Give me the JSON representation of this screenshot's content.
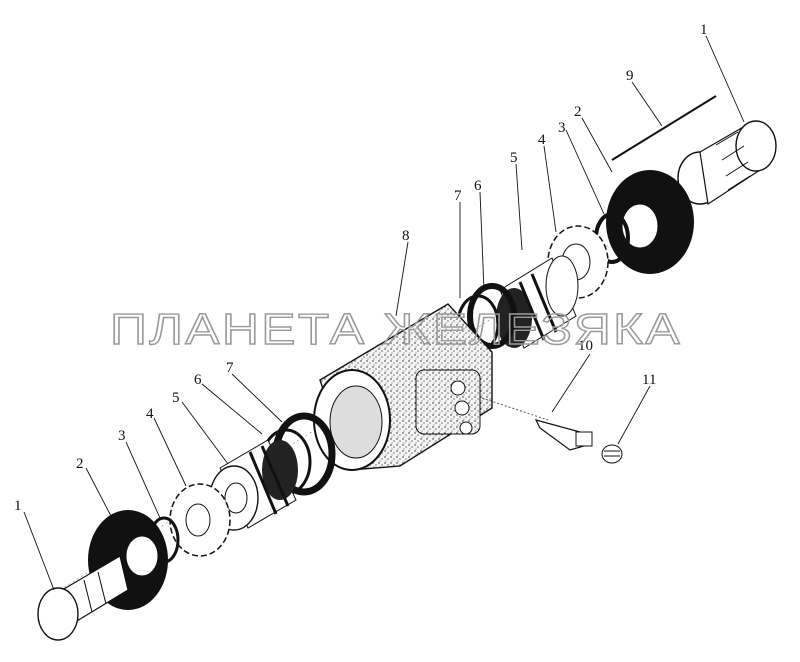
{
  "diagram": {
    "watermark": "ПЛАНЕТА ЖЕЛЕЗЯКА",
    "callouts": [
      {
        "id": "r-1",
        "label": "1"
      },
      {
        "id": "r-9",
        "label": "9"
      },
      {
        "id": "r-2",
        "label": "2"
      },
      {
        "id": "r-3",
        "label": "3"
      },
      {
        "id": "r-4",
        "label": "4"
      },
      {
        "id": "r-5",
        "label": "5"
      },
      {
        "id": "r-6",
        "label": "6"
      },
      {
        "id": "r-7",
        "label": "7"
      },
      {
        "id": "c-8",
        "label": "8"
      },
      {
        "id": "c-10",
        "label": "10"
      },
      {
        "id": "c-11",
        "label": "11"
      },
      {
        "id": "l-7",
        "label": "7"
      },
      {
        "id": "l-6",
        "label": "6"
      },
      {
        "id": "l-5",
        "label": "5"
      },
      {
        "id": "l-4",
        "label": "4"
      },
      {
        "id": "l-3",
        "label": "3"
      },
      {
        "id": "l-2",
        "label": "2"
      },
      {
        "id": "l-1",
        "label": "1"
      }
    ]
  }
}
